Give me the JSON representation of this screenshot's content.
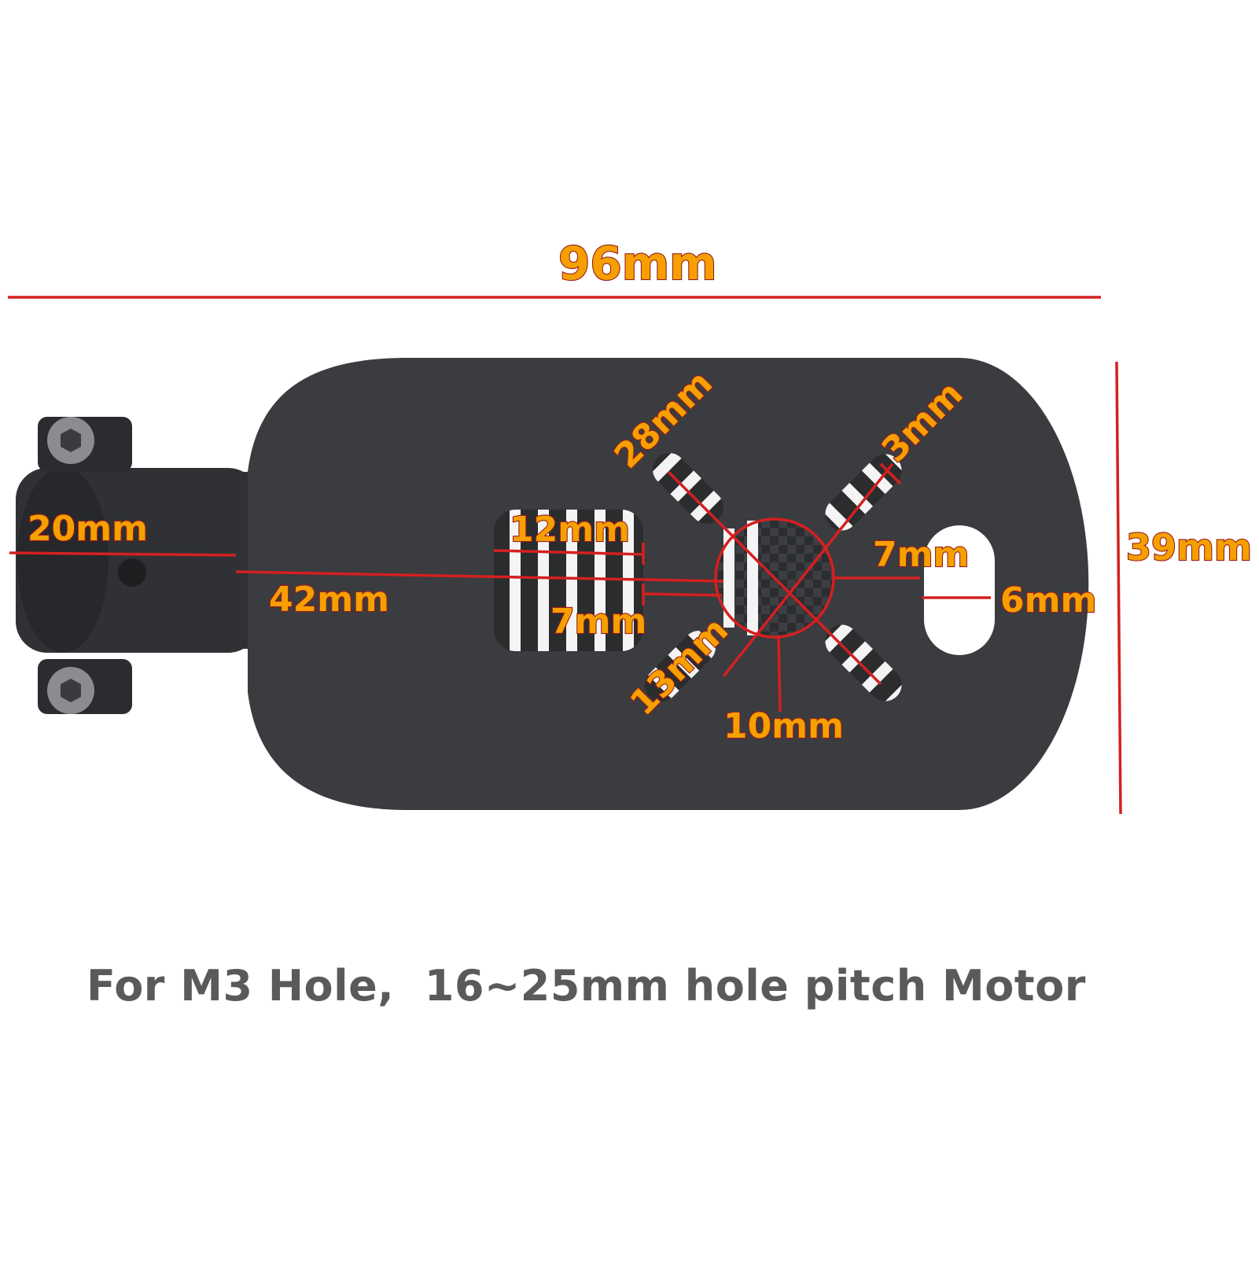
{
  "colors": {
    "dimension_line": "#d42020",
    "label_fill": "#f5a000",
    "label_outline": "#9b1c1c",
    "plate": "#3a3c3f",
    "caption": "#5a5a5a"
  },
  "dimensions": {
    "overall_length": "96mm",
    "overall_width": "39mm",
    "tube_diameter": "20mm",
    "tube_to_center": "42mm",
    "slot_distance": "28mm",
    "slot_width": "3mm",
    "center_hole_offset": "7mm",
    "oval_slot_width": "6mm",
    "square_cutout_width": "12mm",
    "square_cutout_offset": "7mm",
    "center_hole_diameter": "13mm",
    "center_to_slot": "10mm"
  },
  "caption": "For M3 Hole,  16~25mm hole pitch Motor"
}
